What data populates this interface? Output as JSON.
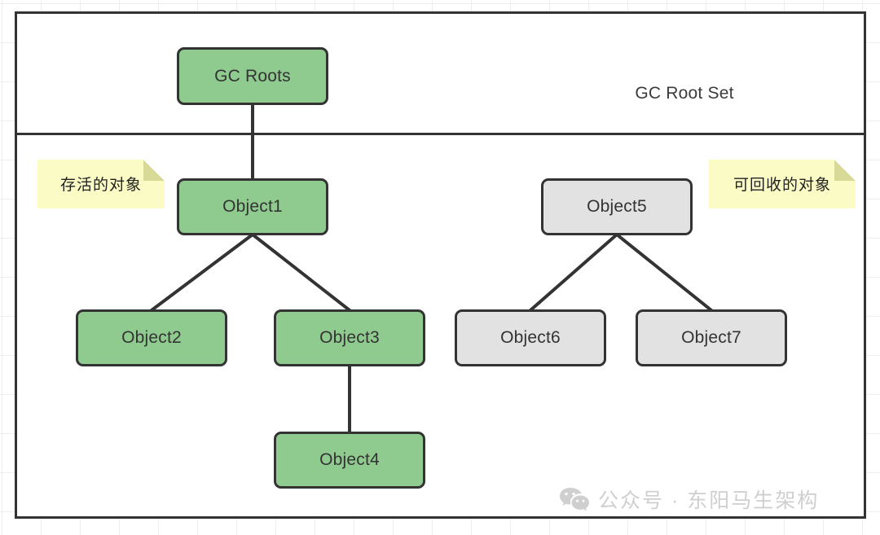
{
  "diagram": {
    "title_label": "GC Root Set",
    "notes": [
      {
        "id": "live-note",
        "text": "存活的对象"
      },
      {
        "id": "garbage-note",
        "text": "可回收的对象"
      }
    ],
    "nodes": [
      {
        "id": "gc-roots",
        "label": "GC Roots",
        "state": "live"
      },
      {
        "id": "object1",
        "label": "Object1",
        "state": "live"
      },
      {
        "id": "object2",
        "label": "Object2",
        "state": "live"
      },
      {
        "id": "object3",
        "label": "Object3",
        "state": "live"
      },
      {
        "id": "object4",
        "label": "Object4",
        "state": "live"
      },
      {
        "id": "object5",
        "label": "Object5",
        "state": "garbage"
      },
      {
        "id": "object6",
        "label": "Object6",
        "state": "garbage"
      },
      {
        "id": "object7",
        "label": "Object7",
        "state": "garbage"
      }
    ],
    "edges": [
      {
        "from": "gc-roots",
        "to": "object1"
      },
      {
        "from": "object1",
        "to": "object2"
      },
      {
        "from": "object1",
        "to": "object3"
      },
      {
        "from": "object3",
        "to": "object4"
      },
      {
        "from": "object5",
        "to": "object6"
      },
      {
        "from": "object5",
        "to": "object7"
      }
    ],
    "colors": {
      "live_fill": "#8fcb8f",
      "garbage_fill": "#e2e2e2",
      "stroke": "#333333",
      "note_fill": "#fbfbc5",
      "note_fold": "#d8d897"
    }
  },
  "watermark": {
    "icon": "wechat-icon",
    "text": "公众号 · 东阳马生架构"
  }
}
